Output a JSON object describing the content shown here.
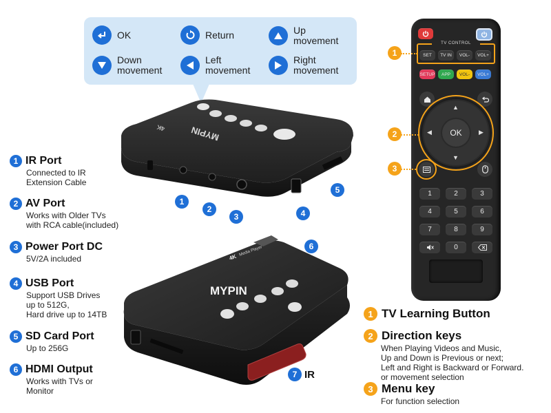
{
  "legend": {
    "items": [
      {
        "label": "OK"
      },
      {
        "label": "Return"
      },
      {
        "label": "Up\nmovement"
      },
      {
        "label": "Down\nmovement"
      },
      {
        "label": "Left\nmovement"
      },
      {
        "label": "Right\nmovement"
      }
    ],
    "icons": [
      "enter-icon",
      "return-icon",
      "up-arrow-icon",
      "down-arrow-icon",
      "left-arrow-icon",
      "right-arrow-icon"
    ]
  },
  "device": {
    "top_brand": "MYPIN",
    "top_model": "4K",
    "front_brand": "MYPIN",
    "front_badge_4k": "4K",
    "front_badge_text": "Media Player"
  },
  "ports": [
    {
      "num": "1",
      "title": "IR Port",
      "desc": "Connected to IR\nExtension Cable"
    },
    {
      "num": "2",
      "title": "AV Port",
      "desc": "Works with Older TVs\nwith RCA cable(included)"
    },
    {
      "num": "3",
      "title": "Power Port DC",
      "desc": "5V/2A included"
    },
    {
      "num": "4",
      "title": "USB Port",
      "desc": "Support USB Drives\nup to 512G,\nHard drive up to 14TB"
    },
    {
      "num": "5",
      "title": "SD Card Port",
      "desc": "Up to 256G"
    },
    {
      "num": "6",
      "title": "HDMI Output",
      "desc": "Works with TVs or\nMonitor"
    }
  ],
  "callouts": {
    "c1": "1",
    "c2": "2",
    "c3": "3",
    "c4": "4",
    "c5": "5",
    "c6": "6",
    "c7": "7",
    "c7_label": "IR"
  },
  "remote": {
    "tv_control_label": "TV CONTROL",
    "tv_row": [
      "SET",
      "TV IN",
      "VOL-",
      "VOL+"
    ],
    "color_row": [
      "SETUP",
      "APP",
      "VOL-",
      "VOL+"
    ],
    "ok": "OK",
    "numpad": [
      "1",
      "2",
      "3",
      "4",
      "5",
      "6",
      "7",
      "8",
      "9",
      "0"
    ],
    "markers": [
      "1",
      "2",
      "3"
    ]
  },
  "remote_features": [
    {
      "num": "1",
      "title": "TV Learning Button",
      "desc": ""
    },
    {
      "num": "2",
      "title": "Direction keys",
      "desc": "When Playing Videos and Music,\nUp and Down is Previous or next;\nLeft and Right is Backward or Forward.\nor movement selection"
    },
    {
      "num": "3",
      "title": "Menu key",
      "desc": "For  function selection"
    }
  ],
  "colors": {
    "blue": "#1f6fd6",
    "orange": "#f5a31a",
    "legend_bg": "#d4e7f7",
    "device_body": "#232323",
    "red_power": "#e03a3a",
    "setup": "#e23a5a",
    "app": "#2fa84f",
    "vol_minus": "#f1c40f",
    "vol_plus": "#3a7bd5"
  }
}
